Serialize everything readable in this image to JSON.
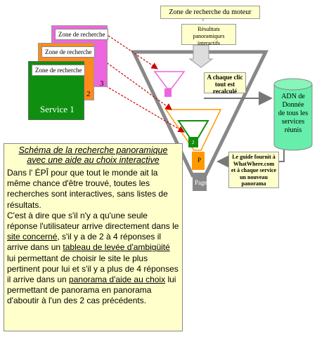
{
  "cards": {
    "card_3": {
      "title": "Zone de recherche",
      "number": "3"
    },
    "card_2": {
      "title": "Zone de recherche",
      "number": "2"
    },
    "card_1": {
      "title": "Zone de recherche",
      "label": "Service 1"
    }
  },
  "engine_box": "Zone de recherche du moteur",
  "results_box": [
    "Résulttats",
    "panoramiques",
    "interactifs"
  ],
  "recalc_box": [
    "A chaque clic",
    "tout est",
    "recalculé"
  ],
  "adn_cylinder": [
    "ADN de",
    "Donnée",
    "de tous les",
    "services",
    "réunis"
  ],
  "guide_box": [
    "Le guide fournit à",
    "WhatWhere.com",
    "et à chaque service",
    "un nouveau",
    "panorama"
  ],
  "funnel_labels": {
    "p": "P",
    "two": "2",
    "page": "Page"
  },
  "text_panel": {
    "title_line1": "Schéma de la recherche panoramique",
    "title_line2": "avec une aide au choix interactive",
    "paragraph1": "Dans l' ÉPÎ pour que tout le monde ait la même chance d'être trouvé, toutes les recherches sont interactives, sans listes de résultats.",
    "p2_a": "C'est à dire que s'il n'y a qu'une seule réponse l'utilisateur arrive directement dans le ",
    "p2_link1": "site concerné",
    "p2_b": ", s'il y a de 2 à 4 réponses il arrive dans un ",
    "p2_link2": "tableau de levée d'ambigüité",
    "p2_c": " lui permettant de choisir le site le plus pertinent pour lui et s'il y a plus de 4 réponses il arrive dans un ",
    "p2_link3": "panorama d'aide au choix",
    "p2_d": " lui permettant de panorama en panorama d'aboutir à l'un des 2 cas précédents."
  },
  "colors": {
    "card_3": "#ee66dd",
    "card_2": "#ff8c1a",
    "card_1": "#0f8f0f",
    "note_fill": "#ffffcc",
    "cylinder_fill": "#66eeaa",
    "arrow_red": "#d00000",
    "funnel_gray": "#888888",
    "funnel_pink": "#ee66dd",
    "funnel_orange": "#ff9900"
  }
}
